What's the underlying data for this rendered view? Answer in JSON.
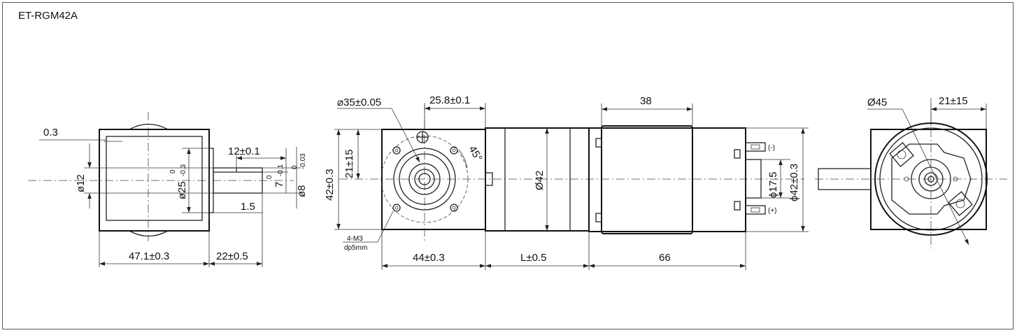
{
  "title": "ET-RGM42A",
  "left_view": {
    "dims": {
      "gap": "0.3",
      "shaft_dia": "ø12",
      "pilot_dia": "ø25",
      "pilot_tol_upper": "0",
      "pilot_tol_lower": "-0.3",
      "key_len": "12±0.1",
      "key_height": "7",
      "key_tol_upper": "0",
      "key_tol_lower": "-0.1",
      "shaft_d8": "ø8",
      "shaft_d8_tol_upper": "0",
      "shaft_d8_tol_lower": "-0.03",
      "shoulder": "1.5",
      "body_len": "47.1±0.3",
      "shaft_len": "22±0.5"
    }
  },
  "front_view": {
    "dims": {
      "pcd": "⌀35±0.05",
      "offset": "25.8±0.1",
      "angle": "45°",
      "half_height": "21±15",
      "height": "42±0.3",
      "hole_spec_1": "4-M3",
      "hole_spec_2": "dp5mm",
      "gearbox_width": "44±0.3",
      "adapter_len": "L±0.5",
      "gearbox_dia": "Ø42",
      "motor_len": "38",
      "motor_total": "66",
      "boss_dia": "ϕ17.5",
      "motor_dia": "ϕ42±0.3",
      "neg_terminal": "(-)",
      "pos_terminal": "(+)"
    }
  },
  "right_view": {
    "dims": {
      "outer_dia": "Ø45",
      "offset": "21±15"
    }
  }
}
